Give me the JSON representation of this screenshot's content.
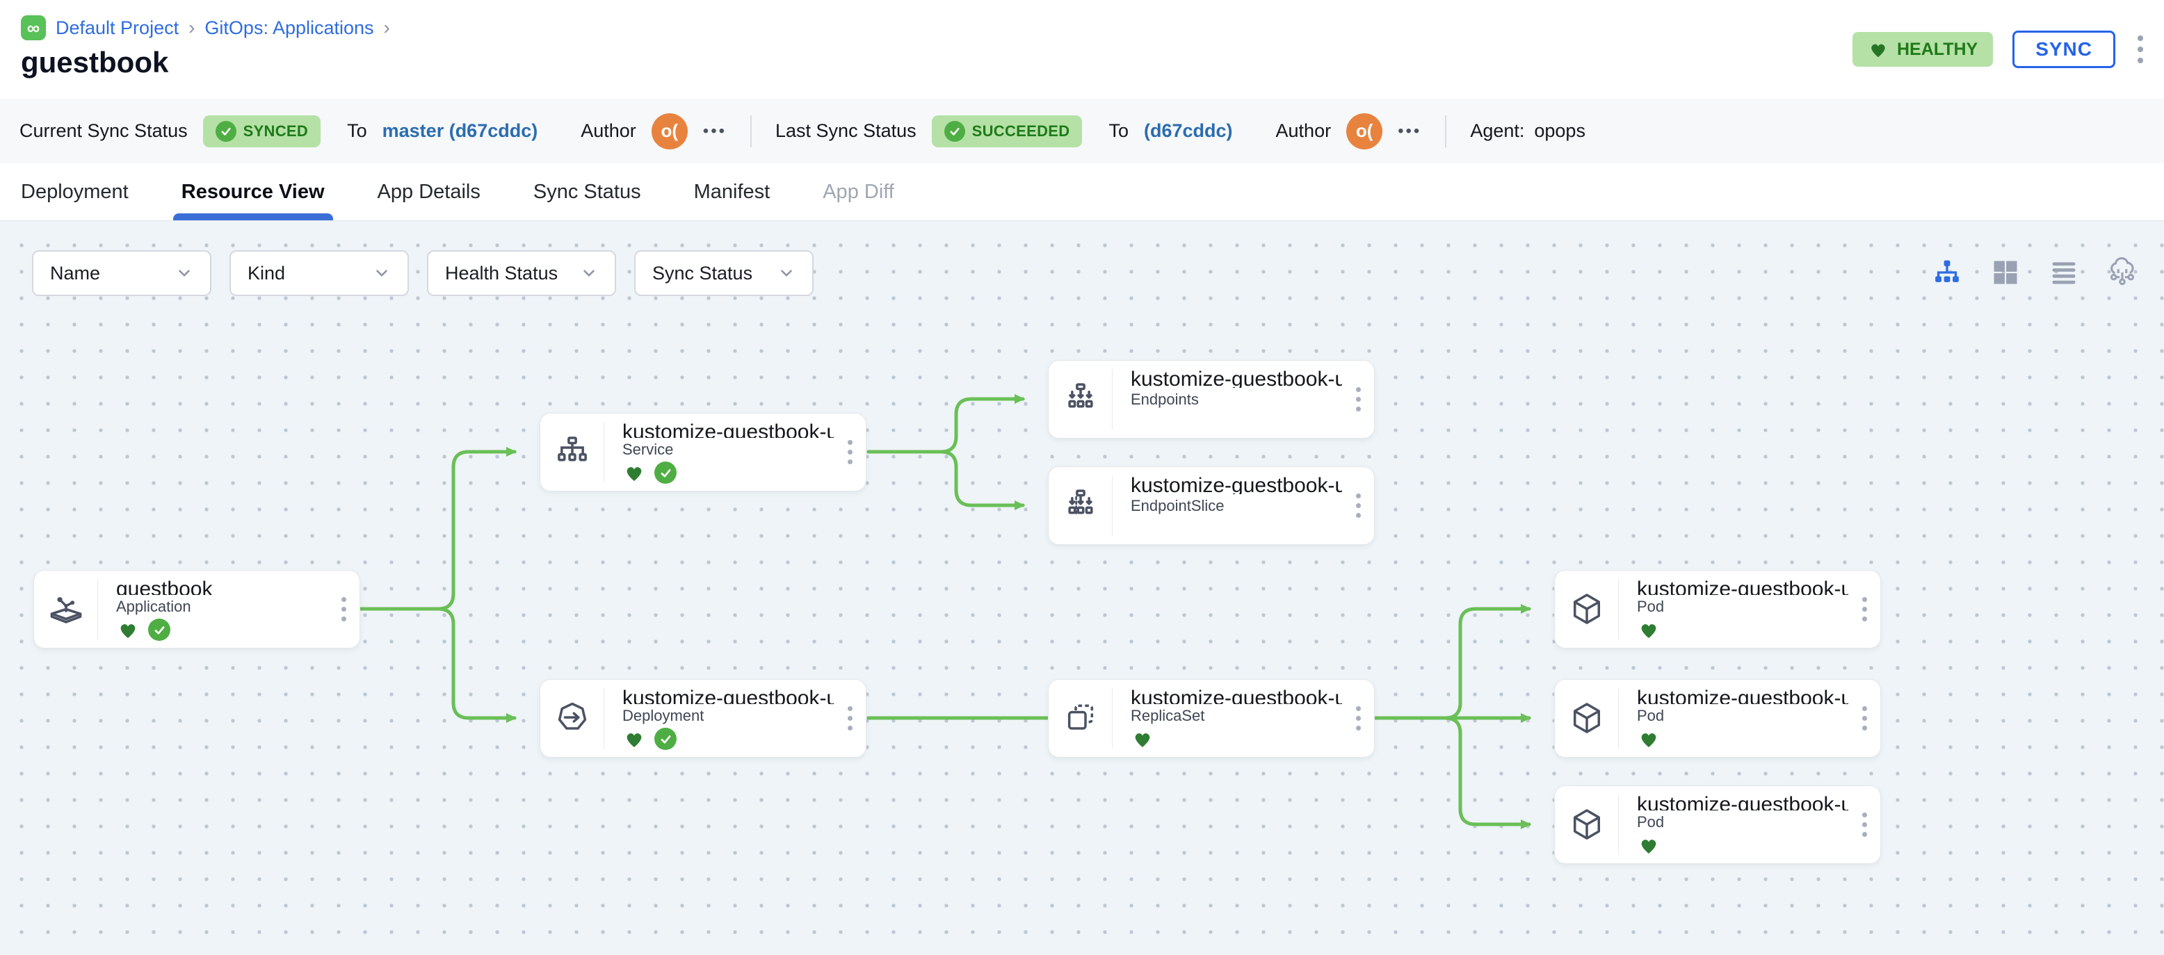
{
  "colors": {
    "accent_blue": "#2f6ce0",
    "commit_blue": "#2b6cb0",
    "tab_underline": "#3b6fd8",
    "badge_green_bg": "#b5e1a6",
    "badge_green_text": "#1e7a18",
    "heart_green": "#2e7d32",
    "check_green": "#4fae43",
    "edge_green": "#6abf57",
    "canvas_bg": "#eef4f7",
    "avatar_orange": "#e8833f"
  },
  "icons": {
    "gitops_logo": "∞",
    "breadcrumb_separator": "›",
    "ellipsis_horizontal": "•••",
    "chevron": "›"
  },
  "header": {
    "breadcrumb": {
      "project": "Default Project",
      "section": "GitOps: Applications"
    },
    "title": "guestbook",
    "health_badge": "HEALTHY",
    "sync_button": "SYNC"
  },
  "statusbar": {
    "current": {
      "label": "Current Sync Status",
      "badge": "SYNCED",
      "to_label": "To",
      "commit": "master (d67cddc)",
      "author_label": "Author",
      "avatar": "o("
    },
    "last": {
      "label": "Last Sync Status",
      "badge": "SUCCEEDED",
      "to_label": "To",
      "commit": "(d67cddc)",
      "author_label": "Author",
      "avatar": "o("
    },
    "agent": {
      "label": "Agent:",
      "value": "opops"
    }
  },
  "tabs": [
    {
      "label": "Deployment",
      "state": "normal"
    },
    {
      "label": "Resource View",
      "state": "active"
    },
    {
      "label": "App Details",
      "state": "normal"
    },
    {
      "label": "Sync Status",
      "state": "normal"
    },
    {
      "label": "Manifest",
      "state": "normal"
    },
    {
      "label": "App Diff",
      "state": "disabled"
    }
  ],
  "filters": [
    "Name",
    "Kind",
    "Health Status",
    "Sync Status"
  ],
  "view_modes": [
    {
      "icon": "tree-view-icon",
      "active": true
    },
    {
      "icon": "grid-view-icon",
      "active": false
    },
    {
      "icon": "list-view-icon",
      "active": false
    },
    {
      "icon": "cluster-view-icon",
      "active": false
    }
  ],
  "nodes": [
    {
      "name": "guestbook",
      "kind": "Application",
      "healthy": true,
      "synced": true
    },
    {
      "name": "kustomize-guestbook-ui",
      "kind": "Service",
      "healthy": true,
      "synced": true
    },
    {
      "name": "kustomize-guestbook-ui",
      "kind": "Deployment",
      "healthy": true,
      "synced": true
    },
    {
      "name": "kustomize-guestbook-ui",
      "kind": "Endpoints",
      "healthy": false,
      "synced": false
    },
    {
      "name": "kustomize-guestbook-ui-...",
      "kind": "EndpointSlice",
      "healthy": false,
      "synced": false
    },
    {
      "name": "kustomize-guestbook-ui-...",
      "kind": "ReplicaSet",
      "healthy": true,
      "synced": false
    },
    {
      "name": "kustomize-guestbook-ui-...",
      "kind": "Pod",
      "healthy": true,
      "synced": false
    },
    {
      "name": "kustomize-guestbook-ui-...",
      "kind": "Pod",
      "healthy": true,
      "synced": false
    },
    {
      "name": "kustomize-guestbook-ui-...",
      "kind": "Pod",
      "healthy": true,
      "synced": false
    }
  ],
  "edges": [
    [
      0,
      1
    ],
    [
      0,
      2
    ],
    [
      1,
      3
    ],
    [
      1,
      4
    ],
    [
      2,
      5
    ],
    [
      5,
      6
    ],
    [
      5,
      7
    ],
    [
      5,
      8
    ]
  ]
}
